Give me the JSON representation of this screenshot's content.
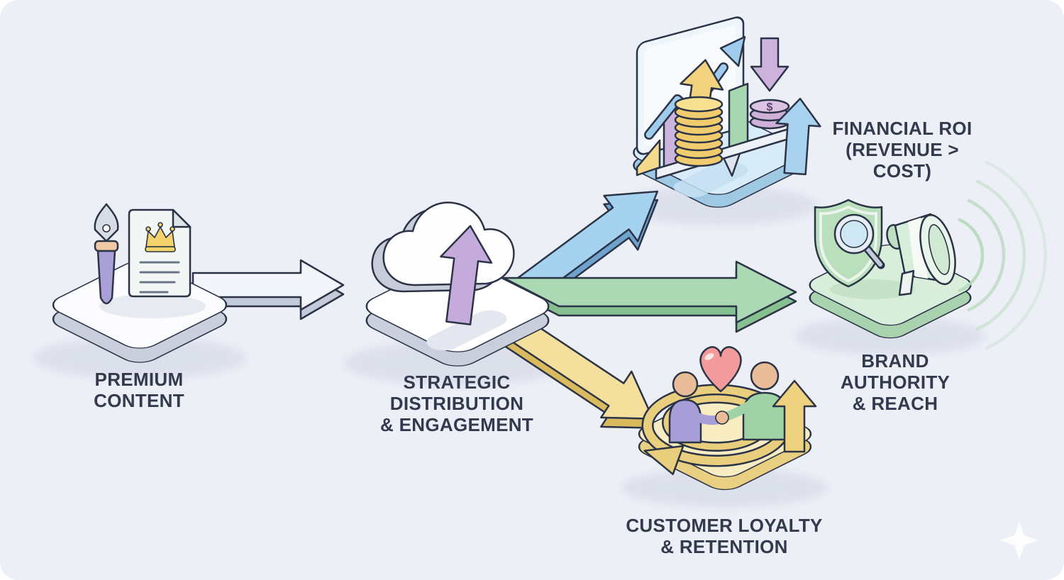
{
  "diagram": {
    "type": "flow",
    "nodes": {
      "premium": {
        "id": "premium-content",
        "label": "PREMIUM\nCONTENT",
        "platform_color": "#fcfcfe",
        "icons": [
          "fountain-pen-icon",
          "premium-document-icon",
          "crown-icon"
        ]
      },
      "strategic": {
        "id": "strategic-distribution",
        "label": "STRATEGIC\nDISTRIBUTION\n& ENGAGEMENT",
        "platform_color": "#ffffff",
        "icons": [
          "cloud-icon",
          "upload-arrow-icon"
        ]
      },
      "financial": {
        "id": "financial-roi",
        "label": "FINANCIAL ROI\n(REVENUE > COST)",
        "platform_color": "#d8ebf8",
        "coin_symbol": "$",
        "icons": [
          "growth-chart-icon",
          "bar-chart-icon",
          "coin-stack-icon",
          "balance-scale-icon",
          "dollar-coin-icon",
          "up-arrow-icon",
          "down-arrow-icon"
        ]
      },
      "brand": {
        "id": "brand-authority",
        "label": "BRAND AUTHORITY\n& REACH",
        "platform_color": "#d8eedb",
        "icons": [
          "shield-icon",
          "magnifier-icon",
          "megaphone-icon",
          "sound-waves-icon"
        ]
      },
      "loyalty": {
        "id": "customer-loyalty",
        "label": "CUSTOMER LOYALTY\n& RETENTION",
        "platform_color": "#f7ecc2",
        "icons": [
          "heart-icon",
          "handshake-people-icon",
          "retention-loop-icon",
          "up-arrow-icon"
        ]
      }
    },
    "edges": [
      {
        "from": "premium-content",
        "to": "strategic-distribution",
        "color": "#f3f5fa"
      },
      {
        "from": "strategic-distribution",
        "to": "financial-roi",
        "color": "#a5d2ef"
      },
      {
        "from": "strategic-distribution",
        "to": "brand-authority",
        "color": "#abd9b4"
      },
      {
        "from": "strategic-distribution",
        "to": "customer-loyalty",
        "color": "#f4e09c"
      }
    ],
    "colors": {
      "background": "#edeff7",
      "outline": "#2b3347",
      "text": "#333a4d",
      "gold": "#f0cc6e",
      "purple": "#c4abdb",
      "heart_pink": "#f29a9c",
      "skin": "#e8bd97"
    },
    "watermark": "sparkle-icon"
  }
}
